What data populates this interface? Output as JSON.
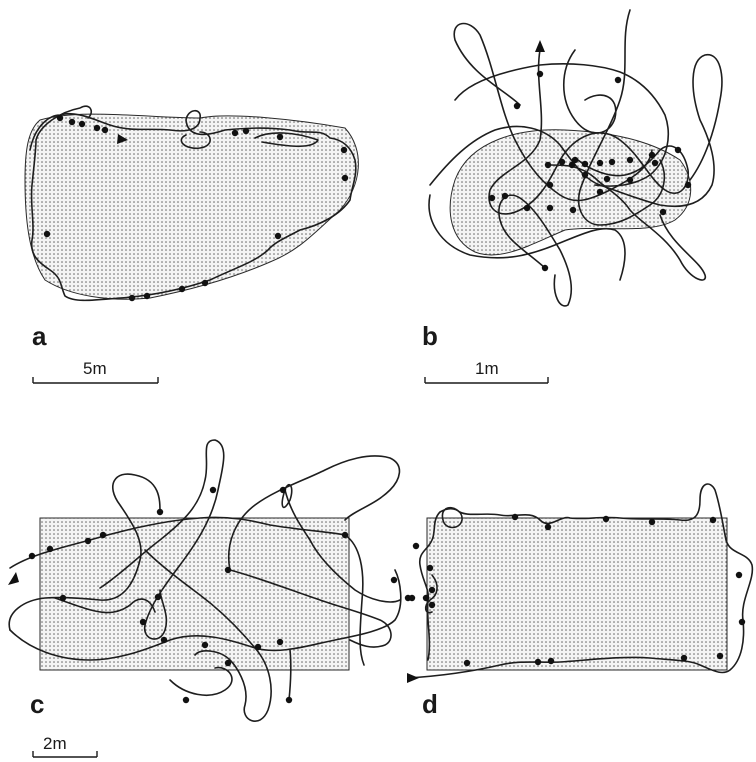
{
  "panels": {
    "a": {
      "label": "a",
      "scale": "5m"
    },
    "b": {
      "label": "b",
      "scale": "1m"
    },
    "c": {
      "label": "c",
      "scale": "2m"
    },
    "d": {
      "label": "d"
    }
  },
  "colors": {
    "ink": "#1e1e1e",
    "stipple": "#5a5a5a",
    "background": "#ffffff"
  }
}
